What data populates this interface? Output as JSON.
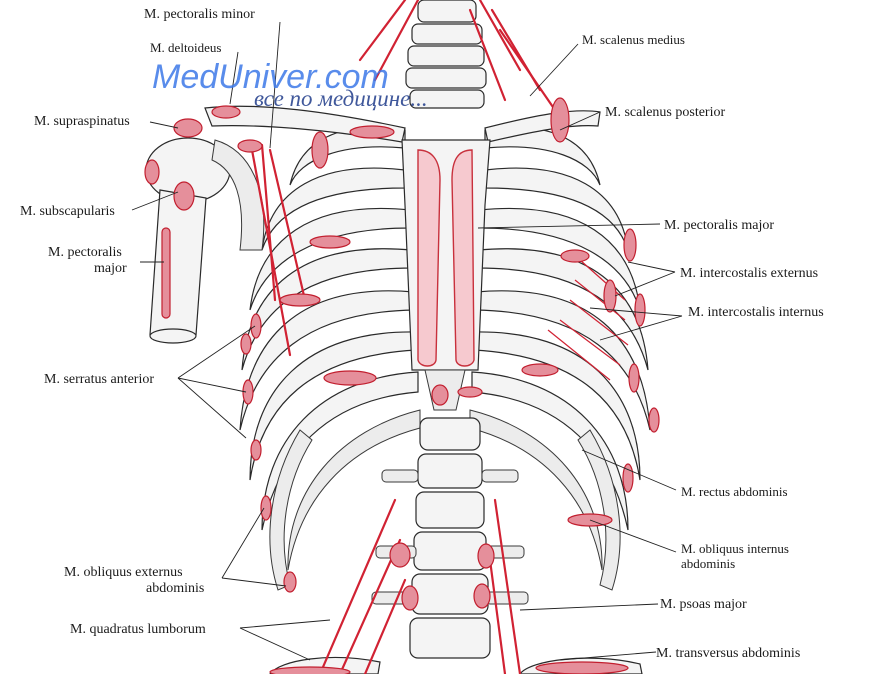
{
  "watermark": {
    "brand": "MedUniver.com",
    "tagline": "все по медицине..."
  },
  "colors": {
    "muscle_attachment": "#e58f9b",
    "muscle_line": "#d12233",
    "sternum_fill": "#f6c9cf",
    "bone_fill": "#f4f4f4",
    "watermark_blue": "#3c78e8"
  },
  "labels": {
    "pectoralis_minor": "M. pectoralis minor",
    "deltoideus": "M. deltoideus",
    "supraspinatus": "M. supraspinatus",
    "subscapularis": "M. subscapularis",
    "pectoralis_major_left_1": "M. pectoralis",
    "pectoralis_major_left_2": "major",
    "serratus_anterior": "M. serratus anterior",
    "obliquus_externus_1": "M. obliquus externus",
    "obliquus_externus_2": "abdominis",
    "quadratus_lumborum": "M. quadratus lumborum",
    "scalenus_medius": "M. scalenus medius",
    "scalenus_posterior": "M. scalenus posterior",
    "pectoralis_major_right": "M. pectoralis major",
    "intercostalis_externus": "M. intercostalis externus",
    "intercostalis_internus": "M. intercostalis internus",
    "rectus_abdominis": "M. rectus abdominis",
    "obliquus_internus_1": "M. obliquus  internus",
    "obliquus_internus_2": "abdominis",
    "psoas_major": "M. psoas major",
    "transversus_abdominis": "M. transversus abdominis"
  }
}
